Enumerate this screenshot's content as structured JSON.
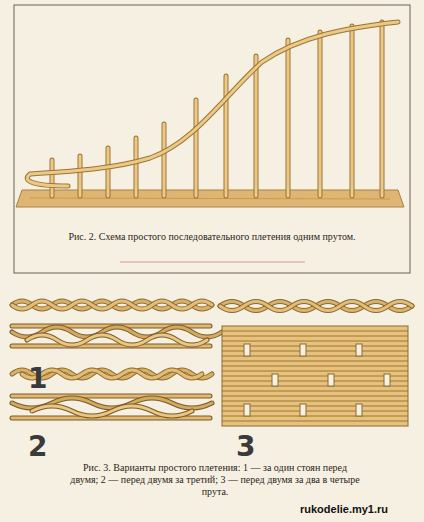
{
  "diagram": {
    "labels": [
      "Рис. 2. Схема простого последовательного плетения одним прутом.",
      "1",
      "2",
      "3",
      "Рис. 3. Варианты простого плетения: 1 — за один стоян перед двумя; 2 — перед двумя за третий; 3 — перед двумя за два в четыре прута.",
      "rukodelie.my1.ru"
    ]
  }
}
